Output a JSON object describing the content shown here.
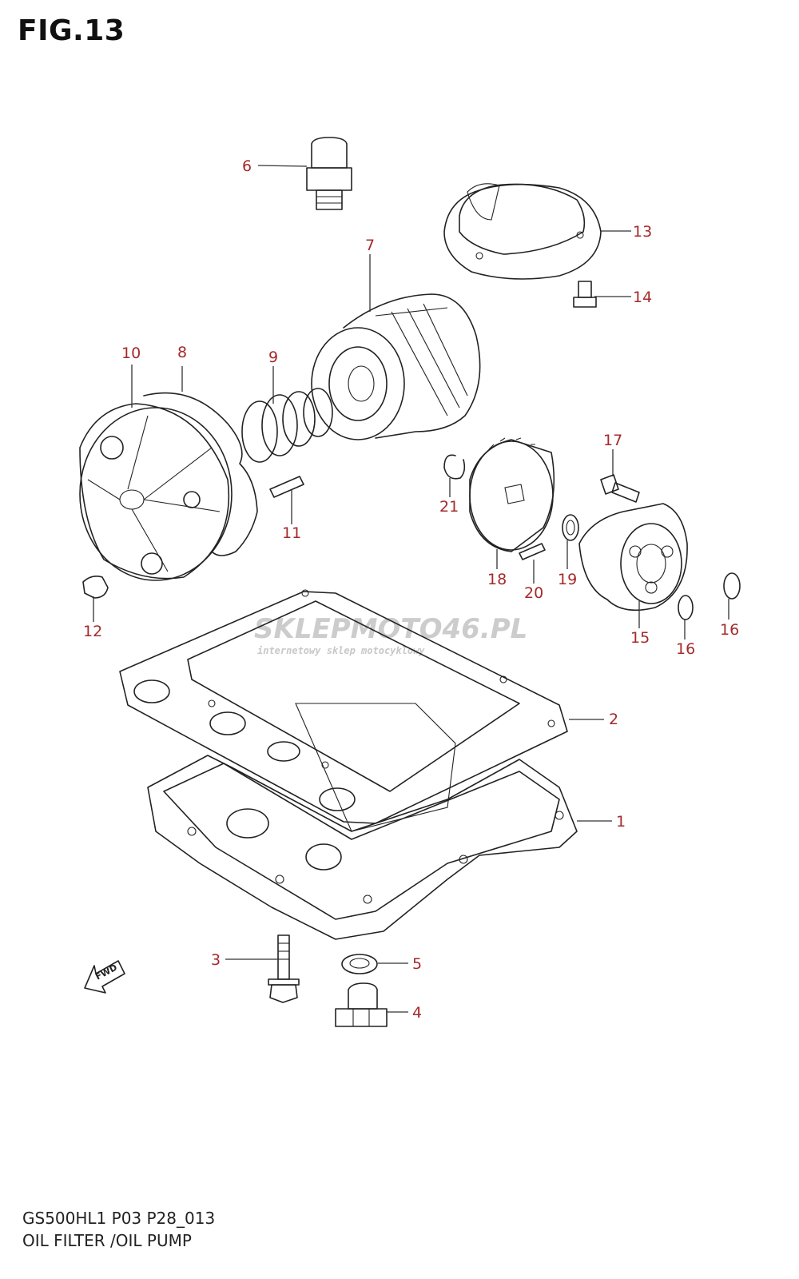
{
  "figure": {
    "title": "FIG.13",
    "code": "GS500HL1 P03 P28_013",
    "name": "OIL FILTER /OIL PUMP"
  },
  "watermark": {
    "brand": "SKLEPMOTO46.PL",
    "tagline": "internetowy sklep motocyklowy"
  },
  "direction_label": "FWD",
  "callouts": [
    "1",
    "2",
    "3",
    "4",
    "5",
    "6",
    "7",
    "8",
    "9",
    "10",
    "11",
    "12",
    "13",
    "14",
    "15",
    "16",
    "16",
    "17",
    "18",
    "19",
    "20",
    "21"
  ],
  "colors": {
    "callout": "#a52a2a",
    "line": "#222222",
    "watermark": "#cccccc"
  }
}
